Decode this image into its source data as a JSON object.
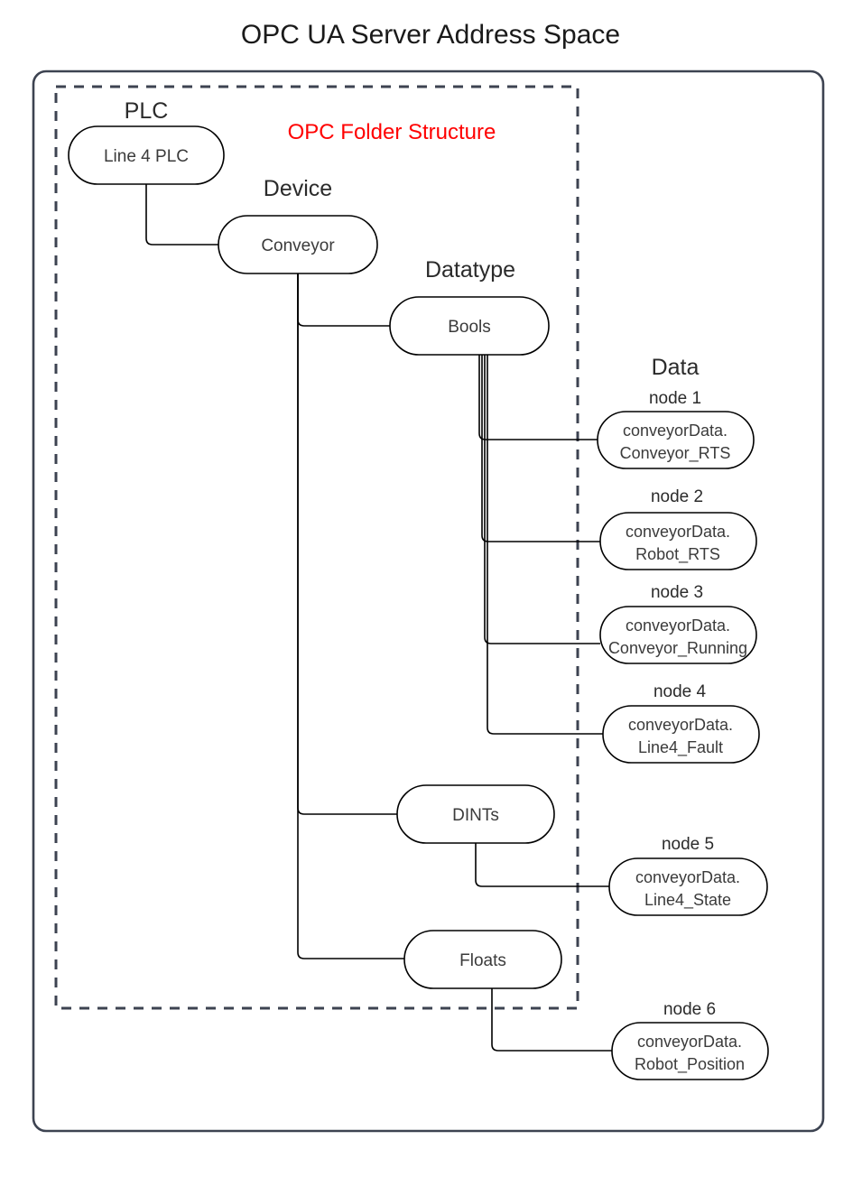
{
  "title": "OPC UA Server Address Space",
  "folder_caption": "OPC Folder Structure",
  "colors": {
    "caption_red": "#ff0000",
    "frame_gray": "#3d4351",
    "node_stroke": "#000000",
    "text": "#2b2b2b"
  },
  "group_labels": {
    "plc": "PLC",
    "device": "Device",
    "datatype": "Datatype",
    "data": "Data"
  },
  "nodes": {
    "plc": {
      "label": "Line 4 PLC"
    },
    "device": {
      "label": "Conveyor"
    },
    "bools": {
      "label": "Bools"
    },
    "dints": {
      "label": "DINTs"
    },
    "floats": {
      "label": "Floats"
    }
  },
  "data_nodes": [
    {
      "caption": "node 1",
      "line1": "conveyorData.",
      "line2": "Conveyor_RTS"
    },
    {
      "caption": "node 2",
      "line1": "conveyorData.",
      "line2": "Robot_RTS"
    },
    {
      "caption": "node 3",
      "line1": "conveyorData.",
      "line2": "Conveyor_Running"
    },
    {
      "caption": "node 4",
      "line1": "conveyorData.",
      "line2": "Line4_Fault"
    },
    {
      "caption": "node 5",
      "line1": "conveyorData.",
      "line2": "Line4_State"
    },
    {
      "caption": "node 6",
      "line1": "conveyorData.",
      "line2": "Robot_Position"
    }
  ]
}
